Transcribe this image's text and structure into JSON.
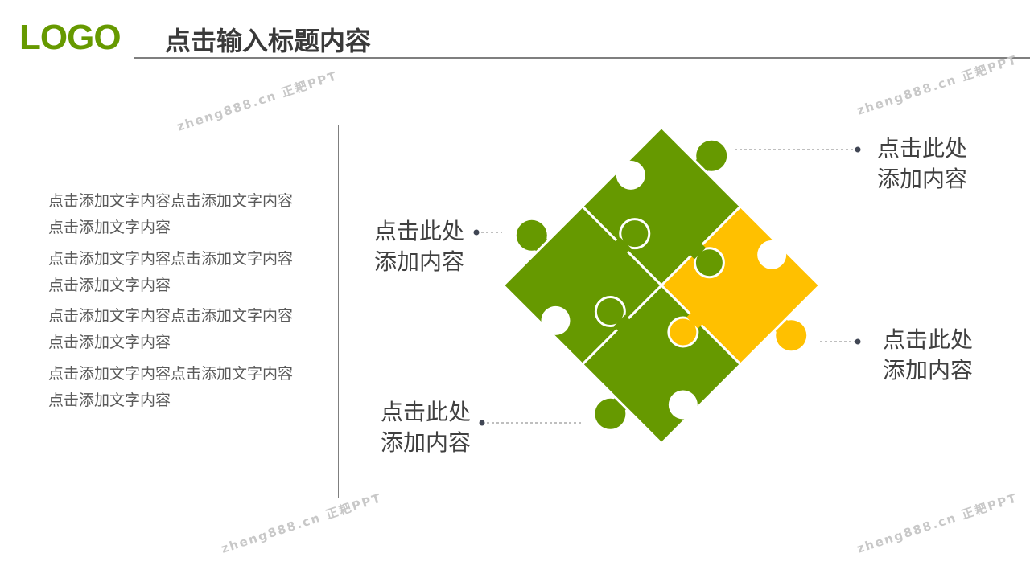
{
  "header": {
    "logo": "LOGO",
    "title": "点击输入标题内容"
  },
  "left_text": [
    "点击添加文字内容点击添加文字内容点击添加文字内容",
    "点击添加文字内容点击添加文字内容点击添加文字内容",
    "点击添加文字内容点击添加文字内容点击添加文字内容",
    "点击添加文字内容点击添加文字内容点击添加文字内容"
  ],
  "labels": {
    "top_right": "点击此处添加内容",
    "left": "点击此处添加内容",
    "right": "点击此处添加内容",
    "bottom_left": "点击此处添加内容"
  },
  "watermark": "zheng888.cn 正耙PPT",
  "colors": {
    "green": "#669900",
    "yellow": "#FFC000",
    "text": "#595959",
    "rule": "#7f7f7f"
  }
}
